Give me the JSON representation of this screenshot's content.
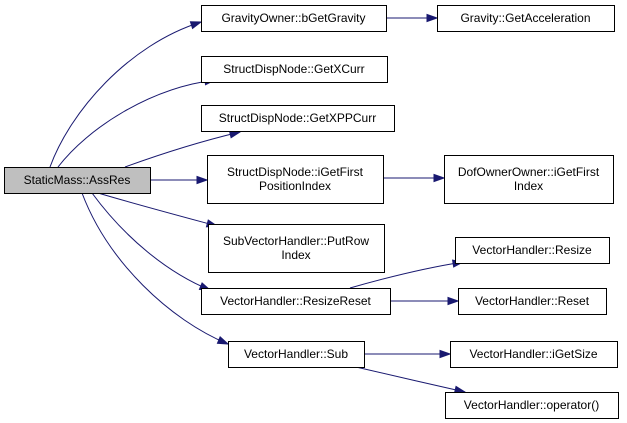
{
  "graph": {
    "root": "StaticMass::AssRes",
    "nodes": [
      {
        "id": "root",
        "lines": [
          "StaticMass::AssRes"
        ]
      },
      {
        "id": "gravity_owner",
        "lines": [
          "GravityOwner::bGetGravity"
        ]
      },
      {
        "id": "gravity_accel",
        "lines": [
          "Gravity::GetAcceleration"
        ]
      },
      {
        "id": "get_xcurr",
        "lines": [
          "StructDispNode::GetXCurr"
        ]
      },
      {
        "id": "get_xppcurr",
        "lines": [
          "StructDispNode::GetXPPCurr"
        ]
      },
      {
        "id": "iget_first_pos",
        "lines": [
          "StructDispNode::iGetFirst",
          "PositionIndex"
        ]
      },
      {
        "id": "dof_owner",
        "lines": [
          "DofOwnerOwner::iGetFirst",
          "Index"
        ]
      },
      {
        "id": "put_row_index",
        "lines": [
          "SubVectorHandler::PutRow",
          "Index"
        ]
      },
      {
        "id": "resize_reset",
        "lines": [
          "VectorHandler::ResizeReset"
        ]
      },
      {
        "id": "resize",
        "lines": [
          "VectorHandler::Resize"
        ]
      },
      {
        "id": "reset",
        "lines": [
          "VectorHandler::Reset"
        ]
      },
      {
        "id": "sub",
        "lines": [
          "VectorHandler::Sub"
        ]
      },
      {
        "id": "iget_size",
        "lines": [
          "VectorHandler::iGetSize"
        ]
      },
      {
        "id": "operator_call",
        "lines": [
          "VectorHandler::operator()"
        ]
      }
    ],
    "edges": [
      {
        "from": "root",
        "to": "gravity_owner"
      },
      {
        "from": "root",
        "to": "get_xcurr"
      },
      {
        "from": "root",
        "to": "get_xppcurr"
      },
      {
        "from": "root",
        "to": "iget_first_pos"
      },
      {
        "from": "root",
        "to": "put_row_index"
      },
      {
        "from": "root",
        "to": "resize_reset"
      },
      {
        "from": "root",
        "to": "sub"
      },
      {
        "from": "gravity_owner",
        "to": "gravity_accel"
      },
      {
        "from": "iget_first_pos",
        "to": "dof_owner"
      },
      {
        "from": "resize_reset",
        "to": "resize"
      },
      {
        "from": "resize_reset",
        "to": "reset"
      },
      {
        "from": "sub",
        "to": "iget_size"
      },
      {
        "from": "sub",
        "to": "operator_call"
      }
    ],
    "colors": {
      "edge": "#191970",
      "root_fill": "#bfbfbf",
      "node_fill": "#ffffff",
      "border": "#000000"
    }
  }
}
